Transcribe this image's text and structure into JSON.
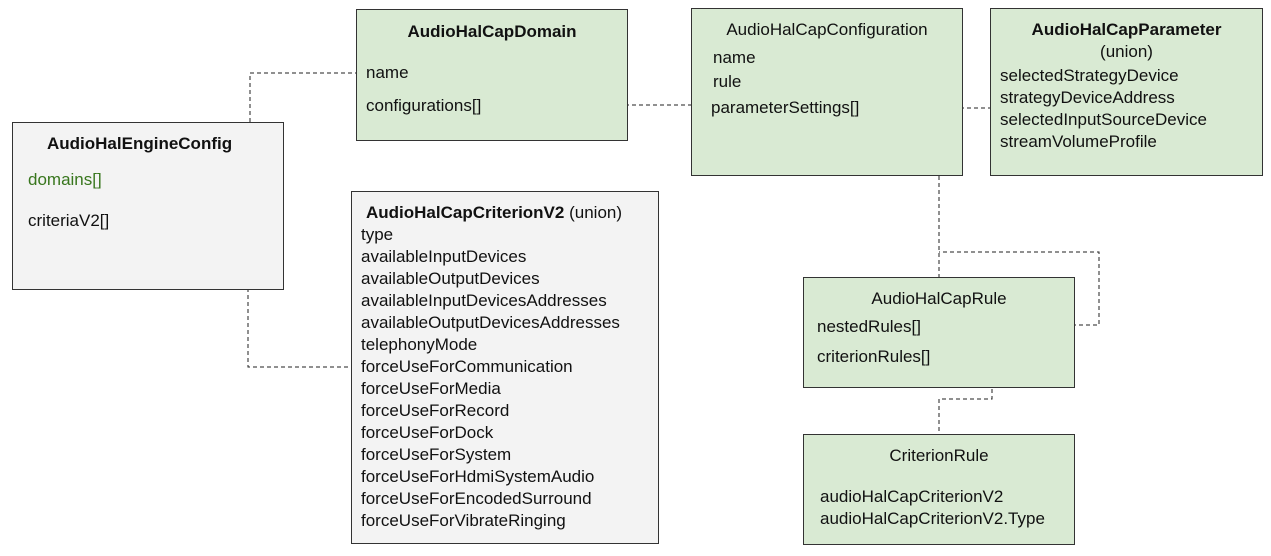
{
  "engine": {
    "title": "AudioHalEngineConfig",
    "domains_field": "domains[]",
    "criteria_field": "criteriaV2[]",
    "domains_color": "#38761d"
  },
  "domain": {
    "title": "AudioHalCapDomain",
    "fields": [
      "name",
      "configurations[]"
    ]
  },
  "configuration": {
    "title": "AudioHalCapConfiguration",
    "fields": [
      "name",
      "rule",
      "parameterSettings[]"
    ]
  },
  "parameter": {
    "title": "AudioHalCapParameter",
    "subtitle": "(union)",
    "fields": [
      "selectedStrategyDevice",
      "strategyDeviceAddress",
      "selectedInputSourceDevice",
      "streamVolumeProfile"
    ]
  },
  "criterion": {
    "title": "AudioHalCapCriterionV2",
    "subtitle": "(union)",
    "fields": [
      "type",
      "availableInputDevices",
      "availableOutputDevices",
      "availableInputDevicesAddresses",
      "availableOutputDevicesAddresses",
      "telephonyMode",
      "forceUseForCommunication",
      "forceUseForMedia",
      "forceUseForRecord",
      "forceUseForDock",
      "forceUseForSystem",
      "forceUseForHdmiSystemAudio",
      "forceUseForEncodedSurround",
      "forceUseForVibrateRinging"
    ]
  },
  "rule": {
    "title": "AudioHalCapRule",
    "fields": [
      "nestedRules[]",
      "criterionRules[]"
    ]
  },
  "criterion_rule": {
    "title": "CriterionRule",
    "fields": [
      "audioHalCapCriterionV2",
      "audioHalCapCriterionV2.Type"
    ]
  },
  "colors": {
    "green_fill": "#d9ead3",
    "gray_fill": "#f3f3f3",
    "border": "#333333"
  }
}
